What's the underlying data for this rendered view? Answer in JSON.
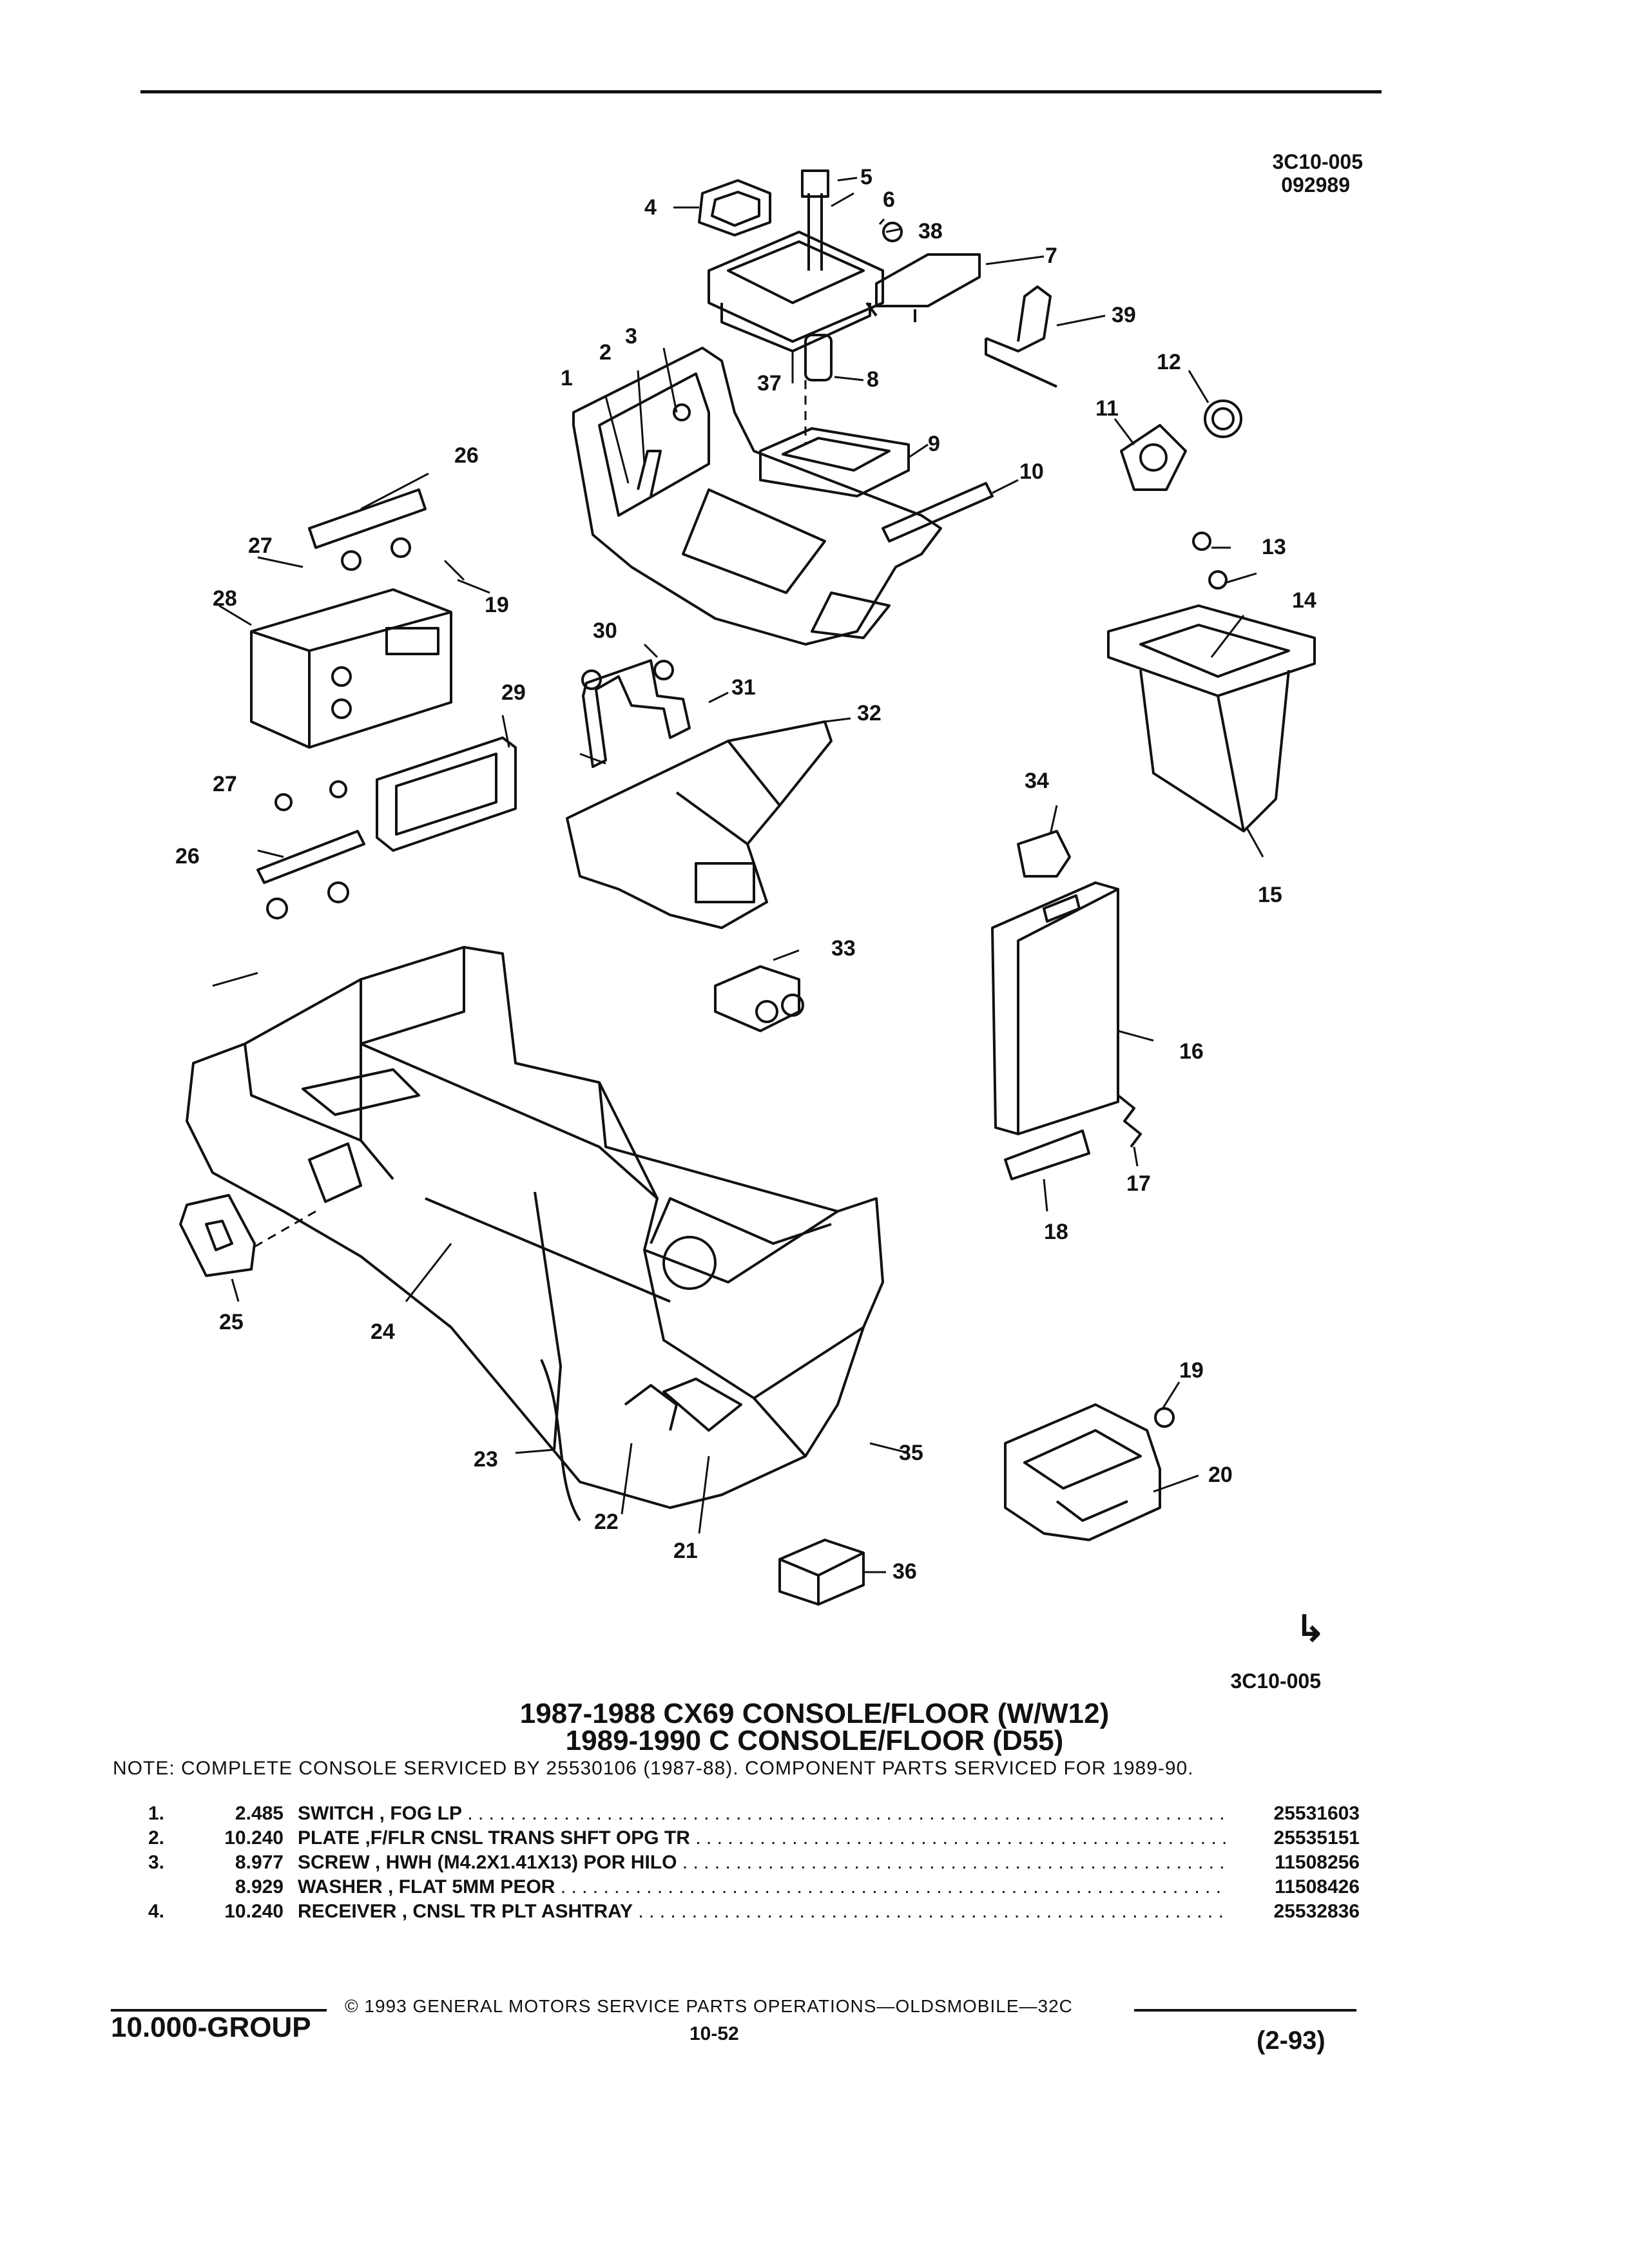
{
  "header": {
    "code_top": "3C10-005",
    "code_date": "092989",
    "code_bottom": "3C10-005"
  },
  "diagram": {
    "callouts": [
      "1",
      "2",
      "3",
      "4",
      "5",
      "6",
      "7",
      "8",
      "9",
      "10",
      "11",
      "12",
      "13",
      "14",
      "15",
      "16",
      "17",
      "18",
      "19",
      "19",
      "20",
      "21",
      "22",
      "23",
      "24",
      "25",
      "26",
      "26",
      "27",
      "27",
      "28",
      "29",
      "30",
      "31",
      "32",
      "33",
      "34",
      "35",
      "36",
      "37",
      "38",
      "39"
    ]
  },
  "title": {
    "line1": "1987-1988 CX69 CONSOLE/FLOOR (W/W12)",
    "line2": "1989-1990 C CONSOLE/FLOOR (D55)"
  },
  "note": "NOTE:  COMPLETE CONSOLE SERVICED BY 25530106 (1987-88). COMPONENT PARTS SERVICED FOR 1989-90.",
  "parts": [
    {
      "index": "1.",
      "group": "2.485",
      "desc": "SWITCH , FOG LP",
      "number": "25531603"
    },
    {
      "index": "2.",
      "group": "10.240",
      "desc": "PLATE ,F/FLR CNSL TRANS SHFT OPG TR",
      "number": "25535151"
    },
    {
      "index": "3.",
      "group": "8.977",
      "desc": "SCREW , HWH (M4.2X1.41X13) POR HILO",
      "number": "11508256"
    },
    {
      "index": "",
      "group": "8.929",
      "desc": "WASHER , FLAT 5MM PEOR",
      "number": "11508426"
    },
    {
      "index": "4.",
      "group": "10.240",
      "desc": "RECEIVER , CNSL TR PLT ASHTRAY",
      "number": "25532836"
    }
  ],
  "footer": {
    "group": "10.000-GROUP",
    "copyright": "© 1993  GENERAL MOTORS SERVICE PARTS OPERATIONS—OLDSMOBILE—32C",
    "page": "10-52",
    "date": "(2-93)"
  }
}
